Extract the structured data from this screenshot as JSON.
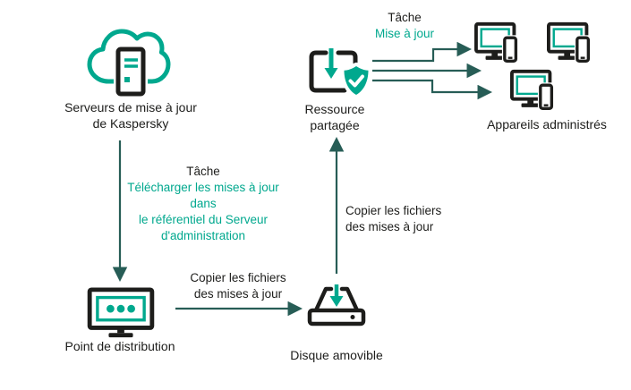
{
  "colors": {
    "accent_teal": "#00A88E",
    "arrow_dark_teal": "#275D56",
    "text_dark": "#1D1D1B",
    "background": "#FFFFFF"
  },
  "diagram": {
    "kaspersky_servers": {
      "icon": "cloud-server-icon",
      "line1": "Serveurs de mise à jour",
      "line2": "de Kaspersky"
    },
    "download_task": {
      "title": "Tâche",
      "line1": "Télécharger les mises à jour",
      "line2": "dans",
      "line3": "le référentiel du Serveur",
      "line4": "d'administration"
    },
    "distribution_point": {
      "icon": "monitor-dots-icon",
      "label": "Point de distribution"
    },
    "copy_to_disk": {
      "line1": "Copier les fichiers",
      "line2": "des mises à jour"
    },
    "removable_disk": {
      "icon": "disk-tray-download-icon",
      "label": "Disque amovible"
    },
    "copy_to_share": {
      "line1": "Copier les fichiers",
      "line2": "des mises à jour"
    },
    "shared_resource": {
      "icon": "folder-download-shield-icon",
      "line1": "Ressource",
      "line2": "partagée"
    },
    "update_task": {
      "title": "Tâche",
      "subtitle": "Mise à jour"
    },
    "managed_devices": {
      "icon": "desktop-phone-icon",
      "label": "Appareils administrés",
      "device_count": 3
    }
  }
}
